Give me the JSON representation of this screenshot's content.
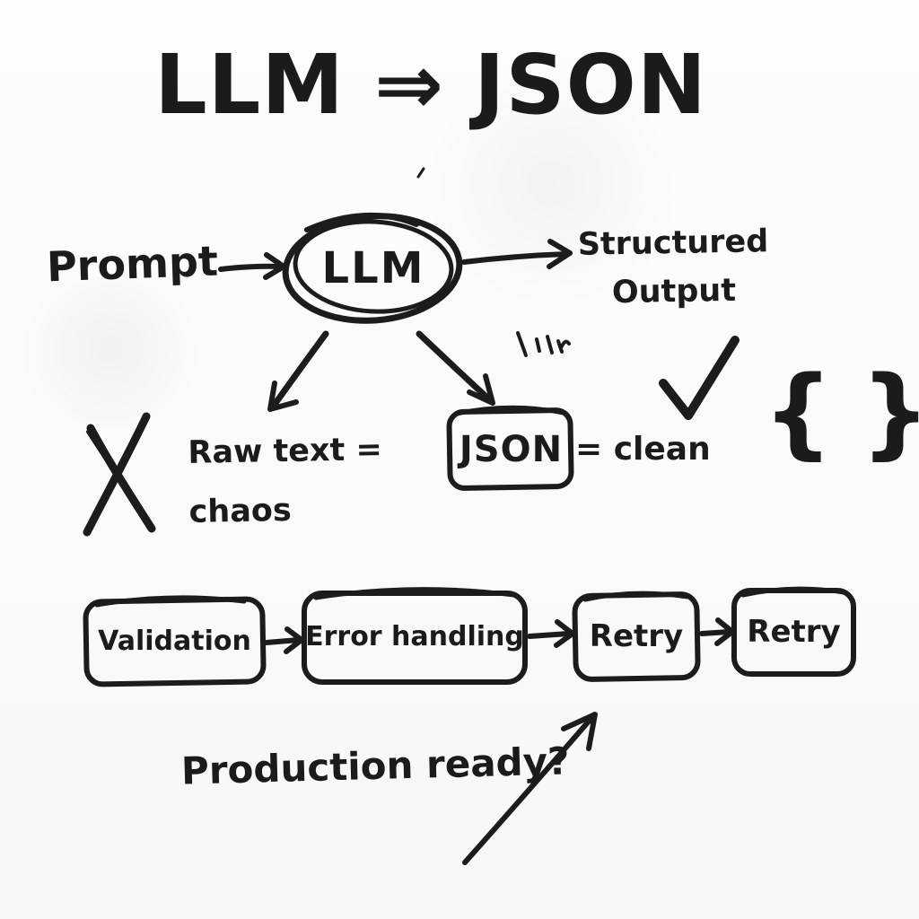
{
  "canvas": {
    "background": "#fafafa",
    "ink": "#1c1c1e"
  },
  "title": "LLM ⇒ JSON",
  "flow": {
    "prompt": "Prompt",
    "llm": "LLM",
    "structured_line1": "Structured",
    "structured_line2": "Output"
  },
  "branches": {
    "raw_line1": "Raw text =",
    "raw_line2": "chaos",
    "json_label": "JSON",
    "clean": "= clean",
    "braces_glyph": "{ }"
  },
  "pipeline": [
    {
      "label": "Validation"
    },
    {
      "label": "Error handling"
    },
    {
      "label": "Retry"
    },
    {
      "label": "Retry"
    }
  ],
  "footer": {
    "question": "Production ready?"
  }
}
